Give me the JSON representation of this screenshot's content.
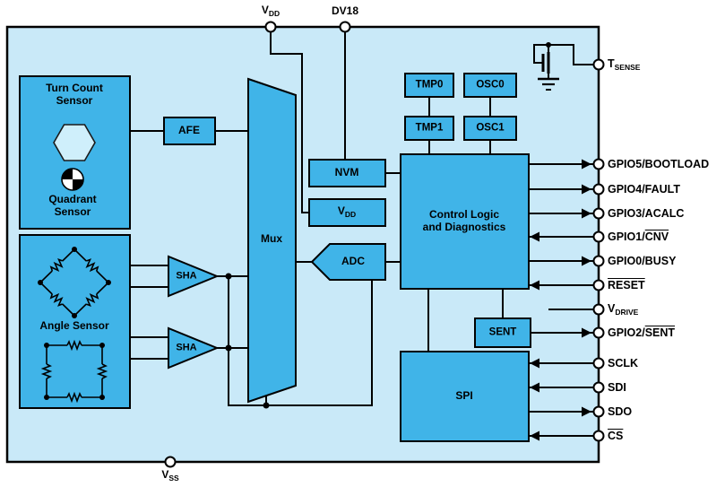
{
  "colors": {
    "chip_background": "#c9e9f8",
    "block_fill": "#40b4e8",
    "line": "#000000",
    "pin_fill": "#ffffff"
  },
  "icons": {
    "turn_count": "hexagon-sensor-icon",
    "quadrant": "quadrant-disc-icon",
    "angle_top": "diamond-bridge-icon",
    "angle_bottom": "square-bridge-icon",
    "tsense": "mosfet-transistor-icon",
    "tsense_ground": "ground-icon"
  },
  "power_pins": {
    "vdd": {
      "main": "V",
      "sub": "DD"
    },
    "dv18": "DV18",
    "vss": {
      "main": "V",
      "sub": "SS"
    }
  },
  "blocks": {
    "turn_count_line1": "Turn Count",
    "turn_count_line2": "Sensor",
    "quadrant_line1": "Quadrant",
    "quadrant_line2": "Sensor",
    "angle_sensor": "Angle Sensor",
    "afe": "AFE",
    "mux": "Mux",
    "nvm": "NVM",
    "vdd_main": "V",
    "vdd_sub": "DD",
    "adc": "ADC",
    "sha_top": "SHA",
    "sha_bottom": "SHA",
    "tmp0": "TMP0",
    "tmp1": "TMP1",
    "osc0": "OSC0",
    "osc1": "OSC1",
    "control_line1": "Control Logic",
    "control_line2": "and Diagnostics",
    "sent": "SENT",
    "spi": "SPI"
  },
  "right_pins": [
    {
      "pre": "T",
      "sub": "SENSE"
    },
    {
      "pre": "GPIO5/BOOTLOAD"
    },
    {
      "pre": "GPIO4/FAULT"
    },
    {
      "pre": "GPIO3/ACALC"
    },
    {
      "pre": "GPIO1/",
      "bar": "CNV"
    },
    {
      "pre": "GPIO0/BUSY"
    },
    {
      "bar": "RESET"
    },
    {
      "pre": "V",
      "sub": "DRIVE"
    },
    {
      "pre": "GPIO2/",
      "bar": "SENT"
    },
    {
      "pre": "SCLK"
    },
    {
      "pre": "SDI"
    },
    {
      "pre": "SDO"
    },
    {
      "bar": "CS"
    }
  ]
}
